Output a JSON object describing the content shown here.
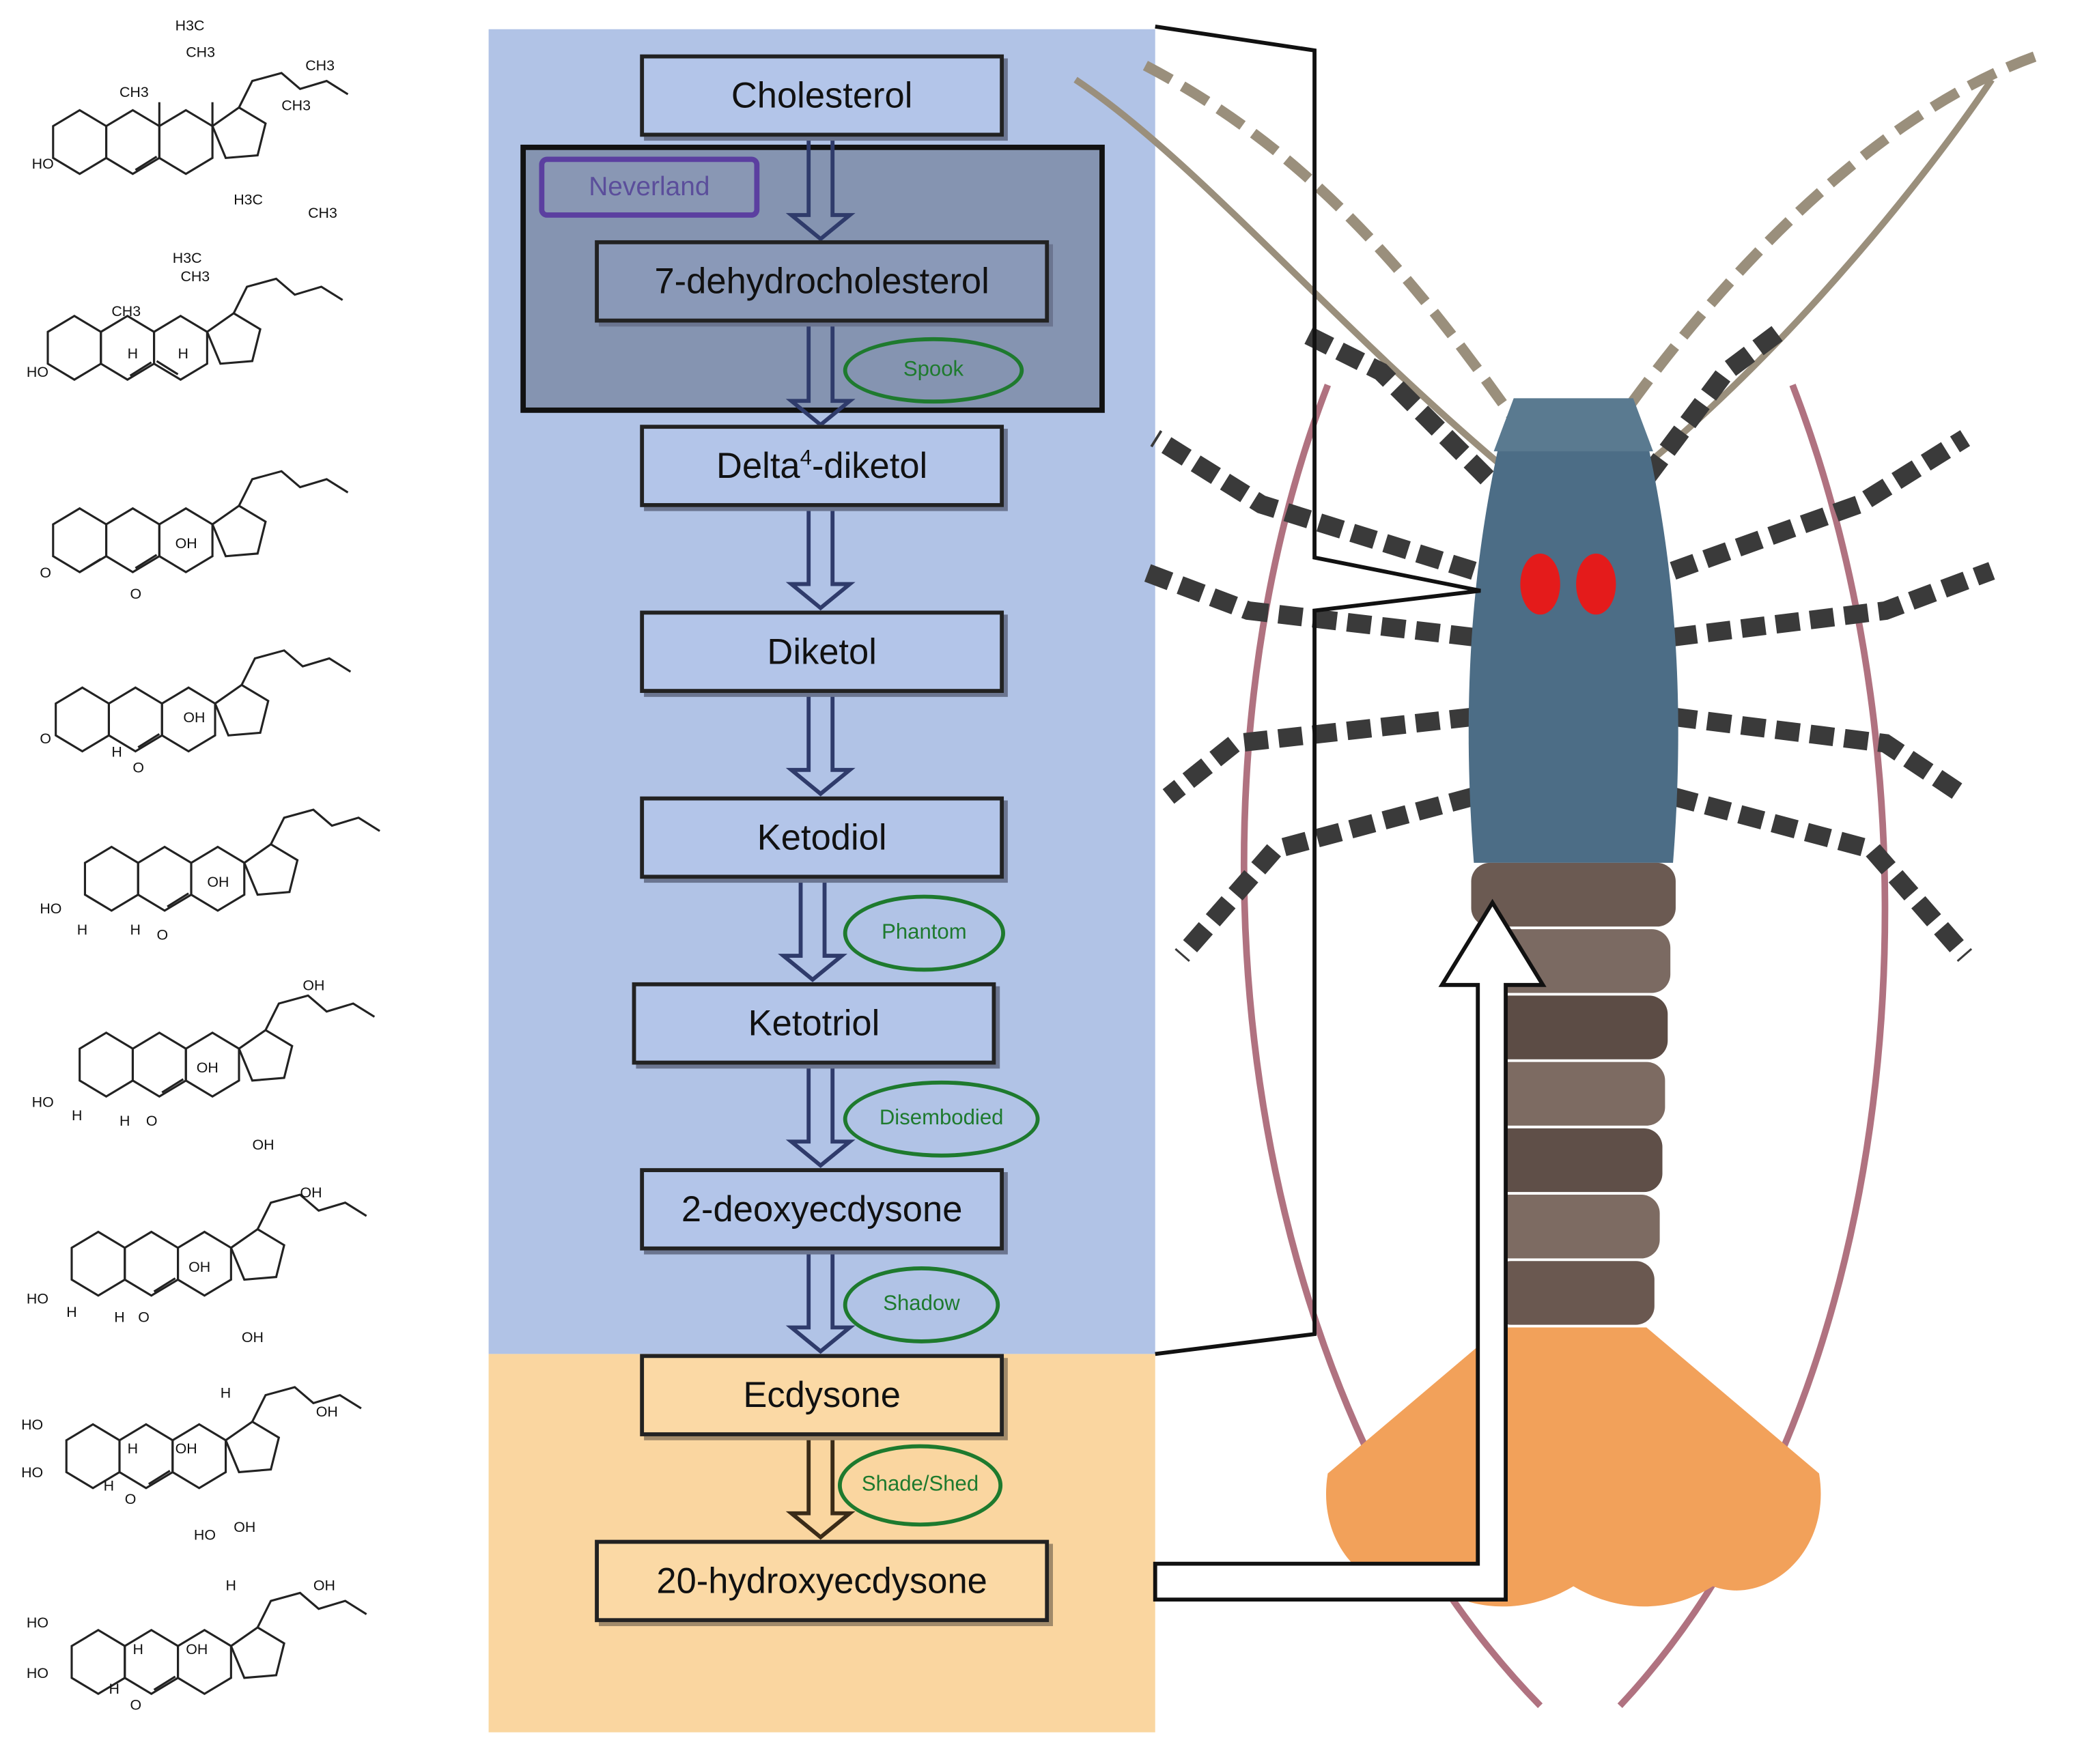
{
  "pathway": {
    "steps": [
      {
        "id": "cholesterol",
        "label": "Cholesterol"
      },
      {
        "id": "7-dehydrocholesterol",
        "label": "7-dehydrocholesterol"
      },
      {
        "id": "delta4-diketol",
        "label_main": "Delta",
        "label_sup": "4",
        "label_tail": "-diketol"
      },
      {
        "id": "diketol",
        "label": "Diketol"
      },
      {
        "id": "ketodiol",
        "label": "Ketodiol"
      },
      {
        "id": "ketotriol",
        "label": "Ketotriol"
      },
      {
        "id": "2-deoxyecdysone",
        "label": "2-deoxyecdysone"
      },
      {
        "id": "ecdysone",
        "label": "Ecdysone"
      },
      {
        "id": "20-hydroxyecdysone",
        "label": "20-hydroxyecdysone"
      }
    ],
    "enzymes": [
      {
        "id": "neverland",
        "label": "Neverland"
      },
      {
        "id": "spook",
        "label": "Spook"
      },
      {
        "id": "phantom",
        "label": "Phantom"
      },
      {
        "id": "disembodied",
        "label": "Disembodied"
      },
      {
        "id": "shadow",
        "label": "Shadow"
      },
      {
        "id": "shade-shed",
        "label": "Shade/Shed"
      }
    ]
  },
  "structures": {
    "s1": [
      "H3C",
      "CH3",
      "CH3",
      "CH3",
      "CH3",
      "HO"
    ],
    "s2": [
      "H3C",
      "CH3",
      "H3C",
      "CH3",
      "CH3",
      "H",
      "H",
      "HO"
    ],
    "s3": [
      "OH",
      "O",
      "O"
    ],
    "s4": [
      "OH",
      "O",
      "H",
      "O"
    ],
    "s5": [
      "OH",
      "HO",
      "H",
      "H",
      "O"
    ],
    "s6": [
      "OH",
      "OH",
      "HO",
      "H",
      "H",
      "O"
    ],
    "s7": [
      "OH",
      "OH",
      "OH",
      "HO",
      "H",
      "H",
      "O"
    ],
    "s8": [
      "OH",
      "H",
      "OH",
      "OH",
      "HO",
      "HO",
      "H",
      "H",
      "O"
    ],
    "s9": [
      "HO",
      "OH",
      "H",
      "OH",
      "OH",
      "HO",
      "HO",
      "H",
      "H",
      "O"
    ]
  },
  "colors": {
    "blue_panel": "#b1c3e6",
    "orange_panel": "#fad6a0",
    "enzyme_green": "#1e7a2e",
    "neverland_purple": "#5b3fa0",
    "lobster_eye": "#e41b1b"
  }
}
